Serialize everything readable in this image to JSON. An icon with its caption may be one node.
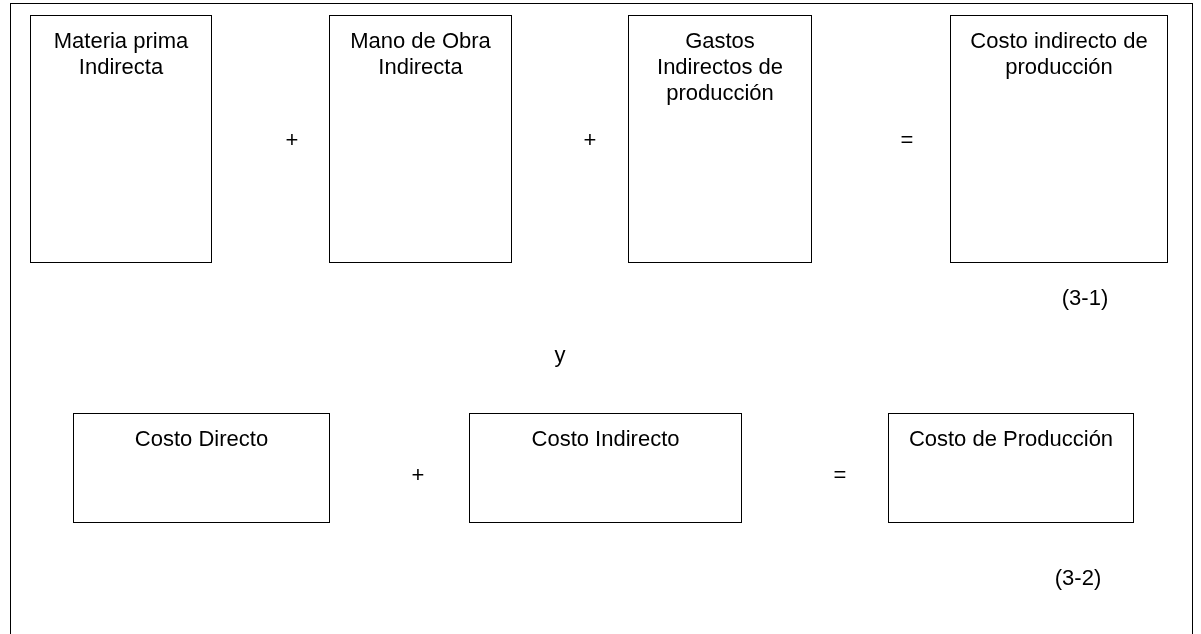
{
  "diagram": {
    "nodes": [
      {
        "text": [
          "Materia prima Indirecta"
        ]
      },
      {
        "text": [
          "Mano de Obra Indirecta"
        ]
      },
      {
        "text": [
          "Gastos Indirectos de producción"
        ]
      },
      {
        "text": [
          "Costo indirecto de producción"
        ]
      },
      {
        "text": [
          "Costo Directo"
        ]
      },
      {
        "text": [
          "Costo Indirecto"
        ]
      },
      {
        "text": [
          "Costo de Producción"
        ]
      }
    ],
    "edges": [],
    "labels": [
      "+",
      "+",
      "=",
      "(3-1)",
      "y",
      "+",
      "=",
      "(3-2)"
    ]
  }
}
